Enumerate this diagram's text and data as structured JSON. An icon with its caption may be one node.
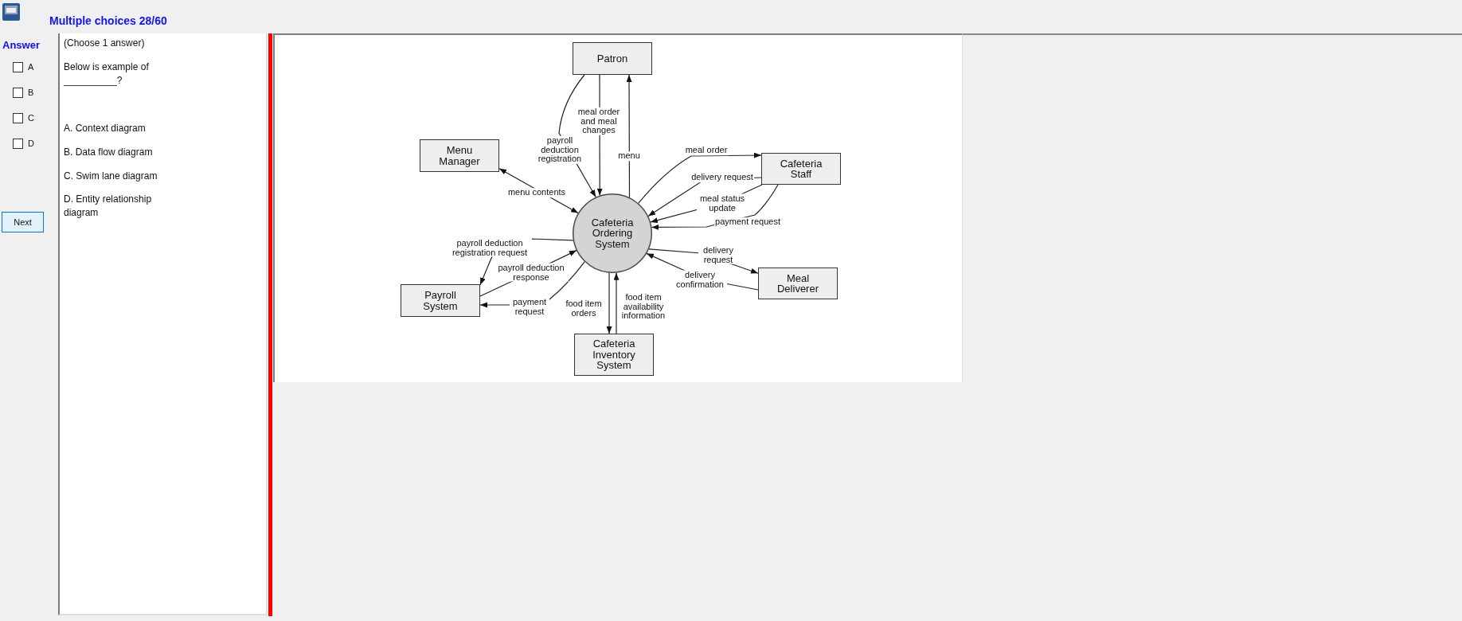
{
  "diagram": {
    "nodes": [
      {
        "text": [
          "Patron"
        ]
      },
      {
        "text": [
          "Menu Manager"
        ]
      },
      {
        "text": [
          "Cafeteria Staff"
        ]
      },
      {
        "text": [
          "Cafeteria Ordering System"
        ]
      },
      {
        "text": [
          "Payroll System"
        ]
      },
      {
        "text": [
          "Meal Deliverer"
        ]
      },
      {
        "text": [
          "Cafeteria Inventory System"
        ]
      }
    ],
    "edges": [
      {
        "from": 0,
        "to": 3,
        "arrow": "to",
        "label": "meal order and meal changes"
      },
      {
        "from": 0,
        "to": 3,
        "arrow": "to",
        "label": "payroll deduction registration"
      },
      {
        "from": 3,
        "to": 0,
        "arrow": "to",
        "label": "menu"
      },
      {
        "from": 1,
        "to": 3,
        "arrow": "both",
        "label": "menu contents"
      },
      {
        "from": 3,
        "to": 2,
        "arrow": "to",
        "label": "meal order"
      },
      {
        "from": 2,
        "to": 3,
        "arrow": "to",
        "label": "delivery request"
      },
      {
        "from": 2,
        "to": 3,
        "arrow": "to",
        "label": "meal status update"
      },
      {
        "from": 2,
        "to": 3,
        "arrow": "to",
        "label": "payment request"
      },
      {
        "from": 3,
        "to": 4,
        "arrow": "to",
        "label": "payroll deduction registration request"
      },
      {
        "from": 4,
        "to": 3,
        "arrow": "to",
        "label": "payroll deduction response"
      },
      {
        "from": 3,
        "to": 4,
        "arrow": "to",
        "label": "payment request"
      },
      {
        "from": 3,
        "to": 5,
        "arrow": "to",
        "label": "delivery request"
      },
      {
        "from": 5,
        "to": 3,
        "arrow": "to",
        "label": "delivery confirmation"
      },
      {
        "from": 3,
        "to": 6,
        "arrow": "to",
        "label": "food item orders"
      },
      {
        "from": 6,
        "to": 3,
        "arrow": "to",
        "label": "food item availability information"
      }
    ],
    "labels": [
      "Multiple choices 28/60",
      "Answer",
      "A",
      "B",
      "C",
      "D",
      "Next",
      "(Choose 1 answer)",
      "Below is example of __________?",
      "A. Context diagram",
      "B. Data flow diagram",
      "C. Swim lane diagram",
      "D. Entity relationship diagram"
    ]
  }
}
